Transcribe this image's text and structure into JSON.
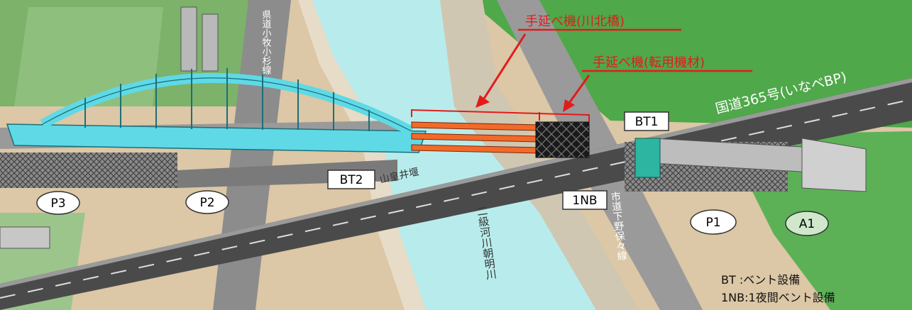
{
  "callouts": {
    "kawakita": "手延べ機(川北橋)",
    "tenyo": "手延べ機(転用機材)"
  },
  "roads": {
    "national": "国道365号(いなべBP)",
    "prefectural": "県道小牧小杉線",
    "city": "市道下野保々線",
    "canal": "山皇井堰"
  },
  "river": "二級河川朝明川",
  "piers": {
    "p1": "P1",
    "p2": "P2",
    "p3": "P3",
    "a1": "A1"
  },
  "bents": {
    "bt1": "BT1",
    "bt2": "BT2",
    "nb1": "1NB"
  },
  "legend": {
    "line1": "BT :ベント設備",
    "line2": "1NB:1夜間ベント設備"
  },
  "colors": {
    "arch": "#5fd9e6",
    "launching_nose": "#f26a2a",
    "arrow": "#e21b1b",
    "grass": "#4fa84a",
    "river": "#b8ecec",
    "road": "#4a4a4a"
  }
}
